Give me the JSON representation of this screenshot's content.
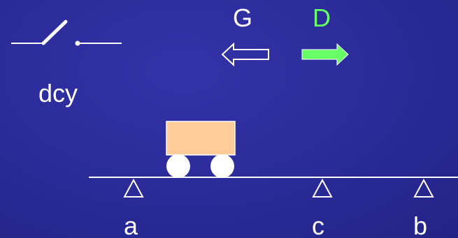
{
  "switch": {
    "label": "dcy",
    "state": "open"
  },
  "directions": {
    "left": {
      "label": "G",
      "icon": "arrow-left-icon",
      "active": false
    },
    "right": {
      "label": "D",
      "icon": "arrow-right-icon",
      "active": true
    }
  },
  "rail": {
    "positions": [
      {
        "key": "a",
        "label": "a"
      },
      {
        "key": "c",
        "label": "c"
      },
      {
        "key": "b",
        "label": "b"
      }
    ],
    "cart_position": "a"
  },
  "colors": {
    "background": "#2a2a98",
    "foreground": "#ffffff",
    "active": "#66ff66",
    "cart_body": "#ffcc99"
  }
}
